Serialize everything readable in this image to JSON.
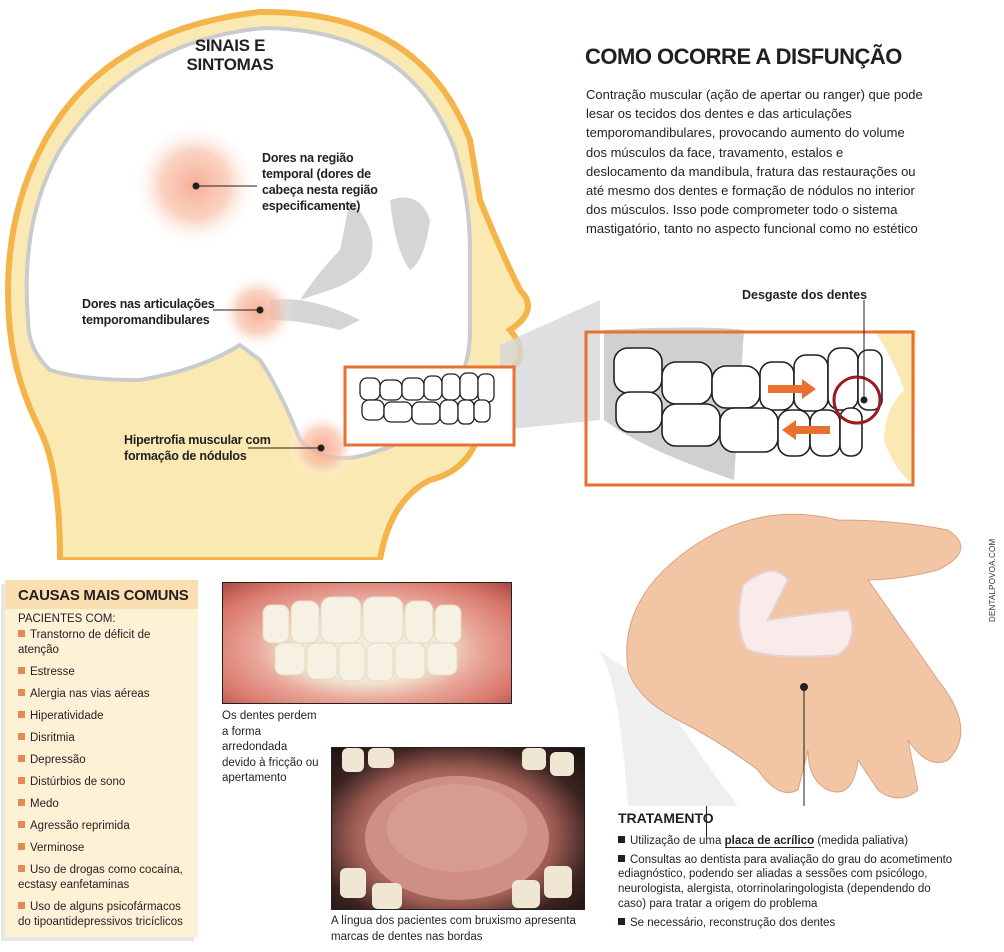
{
  "head_diagram": {
    "title_line1": "SINAIS E",
    "title_line2": "SINTOMAS",
    "symptoms": [
      {
        "id": "temporal",
        "label": "Dores na região temporal (dores de cabeça nesta região especificamente)"
      },
      {
        "id": "atm",
        "label": "Dores nas articulações temporomandibulares"
      },
      {
        "id": "hypertrophy",
        "label": "Hipertrofia muscular com formação de nódulos"
      }
    ]
  },
  "dysfunction": {
    "title": "COMO OCORRE A DISFUNÇÃO",
    "body": "Contração muscular (ação de apertar ou ranger) que pode lesar os tecidos dos dentes e das articulações temporomandibulares, provocando aumento do volume dos músculos da face, travamento, estalos e deslocamento da mandíbula, fratura das restaurações ou até mesmo dos dentes e formação de nódulos no interior dos músculos. Isso pode comprometer todo o sistema mastigatório, tanto no aspecto funcional como no estético",
    "teeth_callout": "Desgaste dos dentes"
  },
  "causes": {
    "title": "CAUSAS MAIS COMUNS",
    "subtitle": "PACIENTES COM:",
    "items": [
      "Transtorno de déficit de atenção",
      "Estresse",
      "Alergia nas vias aéreas",
      "Hiperatividade",
      "Disritmia",
      "Depressão",
      "Distúrbios de sono",
      "Medo",
      "Agressão reprimida",
      "Verminose",
      "Uso de drogas como cocaína, ecstasy eanfetaminas",
      "Uso de alguns psicofármacos do tipoantidepressivos tricíclicos"
    ]
  },
  "photos": {
    "teeth_caption": "Os dentes perdem a forma arredondada devido à fricção ou apertamento",
    "tongue_caption": "A língua dos pacientes com bruxismo apresenta marcas de dentes nas bordas",
    "credit": "DENTALPOVOA.COM"
  },
  "treatment": {
    "title": "TRATAMENTO",
    "item1_prefix": "Utilização de uma",
    "item1_highlight": "placa de acrílico",
    "item1_suffix": "(medida paliativa)",
    "item2": "Consultas ao dentista para avaliação do grau do acometimento ediagnóstico, podendo ser aliadas a sessões com psicólogo, neurologista, alergista, otorrinolaringologista (dependendo do caso) para tratar a origem do problema",
    "item3": "Se necessário, reconstrução dos dentes"
  },
  "colors": {
    "accent_orange": "#e8712f",
    "head_outline": "#f5b44a",
    "skin_fill": "#fbe9b4",
    "skull_gray": "#c9cbcc",
    "causes_bg": "#fdf1d6",
    "causes_header_bg": "#f9dfb2",
    "bullet_orange": "#e58a52",
    "wear_circle": "#9b1c1f"
  }
}
